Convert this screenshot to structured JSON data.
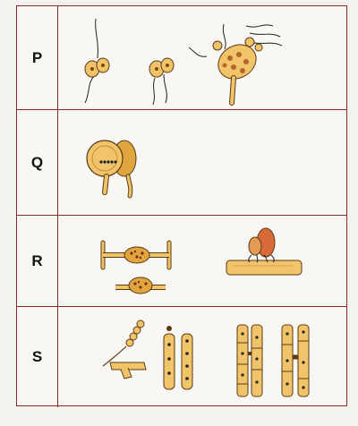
{
  "rows": [
    {
      "label": "P"
    },
    {
      "label": "Q"
    },
    {
      "label": "R"
    },
    {
      "label": "S"
    }
  ],
  "colors": {
    "border": "#8b2a2a",
    "fill": "#f2c46a",
    "fill_dark": "#e0a53e",
    "outline": "#5a3a14",
    "nucleus": "#7a4a12",
    "spot": "#b5652a"
  }
}
